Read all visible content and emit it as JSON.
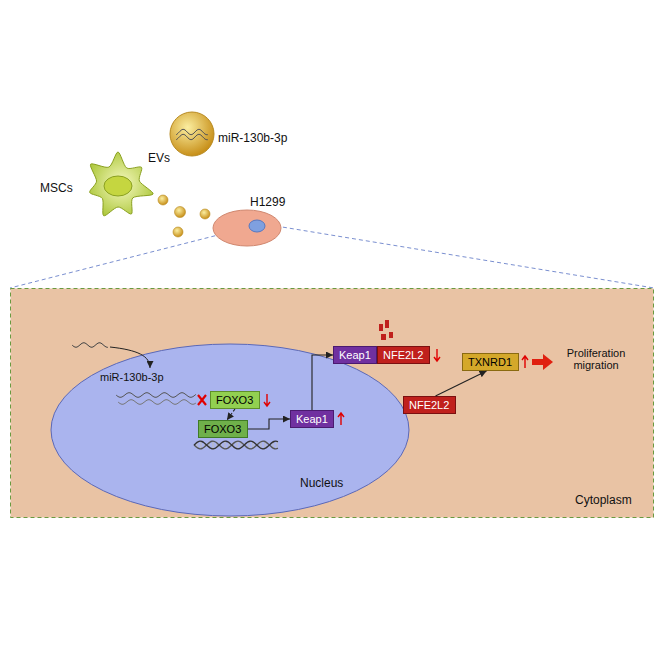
{
  "diagram": {
    "nodes": [
      {
        "text": [
          "MSCs"
        ]
      },
      {
        "text": [
          "EVs",
          "miR-130b-3p"
        ]
      },
      {
        "text": [
          "H1299"
        ]
      },
      {
        "text": [
          "Cytoplasm"
        ]
      },
      {
        "text": [
          "Nucleus"
        ],
        "in": 3
      },
      {
        "text": [
          "FOXO3"
        ],
        "in": 4
      },
      {
        "text": [
          "FOXO3"
        ],
        "in": 4
      },
      {
        "text": [
          "Keap1"
        ],
        "in": 4
      },
      {
        "text": [
          "Keap1"
        ],
        "in": 3
      },
      {
        "text": [
          "NFE2L2"
        ],
        "in": 3
      },
      {
        "text": [
          "TXNRD1"
        ],
        "in": 3
      },
      {
        "text": [
          "NFE2L2"
        ],
        "in": 3
      }
    ],
    "edges": [
      {
        "from": 5,
        "to": 6,
        "arrow": "to"
      },
      {
        "from": 6,
        "to": 7,
        "arrow": "to"
      },
      {
        "from": 7,
        "to": 8,
        "arrow": "to"
      },
      {
        "from": 11,
        "to": 10,
        "arrow": "to"
      }
    ],
    "labels": [
      "miR-130b-3p",
      "Proliferation migration"
    ]
  }
}
